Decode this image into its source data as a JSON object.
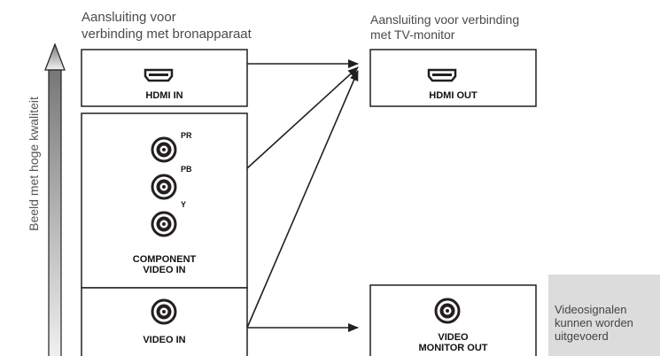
{
  "headers": {
    "source_line1": "Aansluiting voor",
    "source_line2": "verbinding met bronapparaat",
    "tv_line1": "Aansluiting voor verbinding",
    "tv_line2": "met TV-monitor"
  },
  "quality_label": "Beeld met hoge kwaliteit",
  "inputs": {
    "hdmi_in": "HDMI IN",
    "component_pr": "PR",
    "component_pb": "PB",
    "component_y": "Y",
    "component_line1": "COMPONENT",
    "component_line2": "VIDEO IN",
    "video_in": "VIDEO IN"
  },
  "outputs": {
    "hdmi_out": "HDMI OUT",
    "monitor_line1": "VIDEO",
    "monitor_line2": "MONITOR OUT"
  },
  "legend": {
    "line1": "Videosignalen",
    "line2": "kunnen worden",
    "line3": "uitgevoerd"
  },
  "colors": {
    "line": "#231f20",
    "legend_bg": "#dcdcdc",
    "gradient_top": "#777777",
    "gradient_bottom": "#f2f2f2"
  }
}
